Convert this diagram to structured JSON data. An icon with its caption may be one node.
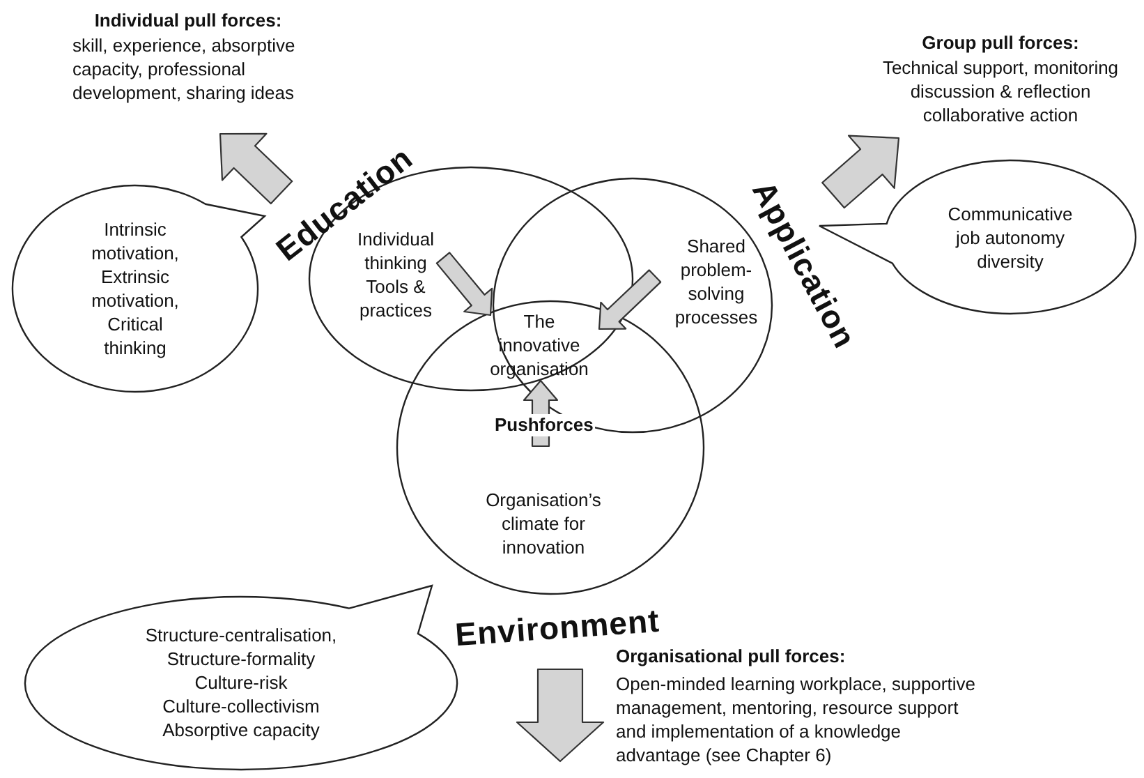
{
  "diagram": {
    "nodes": [
      {
        "text": [
          "Individual pull forces:",
          "skill, experience, absorptive capacity, professional development, sharing ideas"
        ]
      },
      {
        "text": [
          "Intrinsic motivation, Extrinsic motivation, Critical thinking"
        ]
      },
      {
        "text": [
          "Education",
          "Individual thinking Tools & practices"
        ]
      },
      {
        "text": [
          "Application",
          "Shared problem-solving processes"
        ]
      },
      {
        "text": [
          "Environment",
          "Organisation’s climate for innovation"
        ]
      },
      {
        "text": [
          "The innovative organisation"
        ]
      },
      {
        "text": [
          "Group pull forces:",
          "Technical support, monitoring discussion & reflection collaborative action"
        ]
      },
      {
        "text": [
          "Communicative job autonomy diversity"
        ]
      },
      {
        "text": [
          "Structure-centralisation, Structure-formality Culture-risk Culture-collectivism Absorptive capacity"
        ]
      },
      {
        "text": [
          "Organisational pull forces:",
          "Open-minded learning workplace, supportive management, mentoring, resource support and implementation of a knowledge advantage (see Chapter 6)"
        ]
      }
    ],
    "edges": [
      {
        "from": 2,
        "to": 0,
        "arrow": "to",
        "style": "thick"
      },
      {
        "from": 2,
        "to": 5,
        "arrow": "to",
        "style": "thick"
      },
      {
        "from": 3,
        "to": 5,
        "arrow": "to",
        "style": "thick"
      },
      {
        "from": 4,
        "to": 5,
        "arrow": "to",
        "style": "thick",
        "label": "Pushforces"
      },
      {
        "from": 3,
        "to": 6,
        "arrow": "to",
        "style": "thick"
      },
      {
        "from": 4,
        "to": null,
        "arrow": "to",
        "style": "thick"
      }
    ]
  }
}
